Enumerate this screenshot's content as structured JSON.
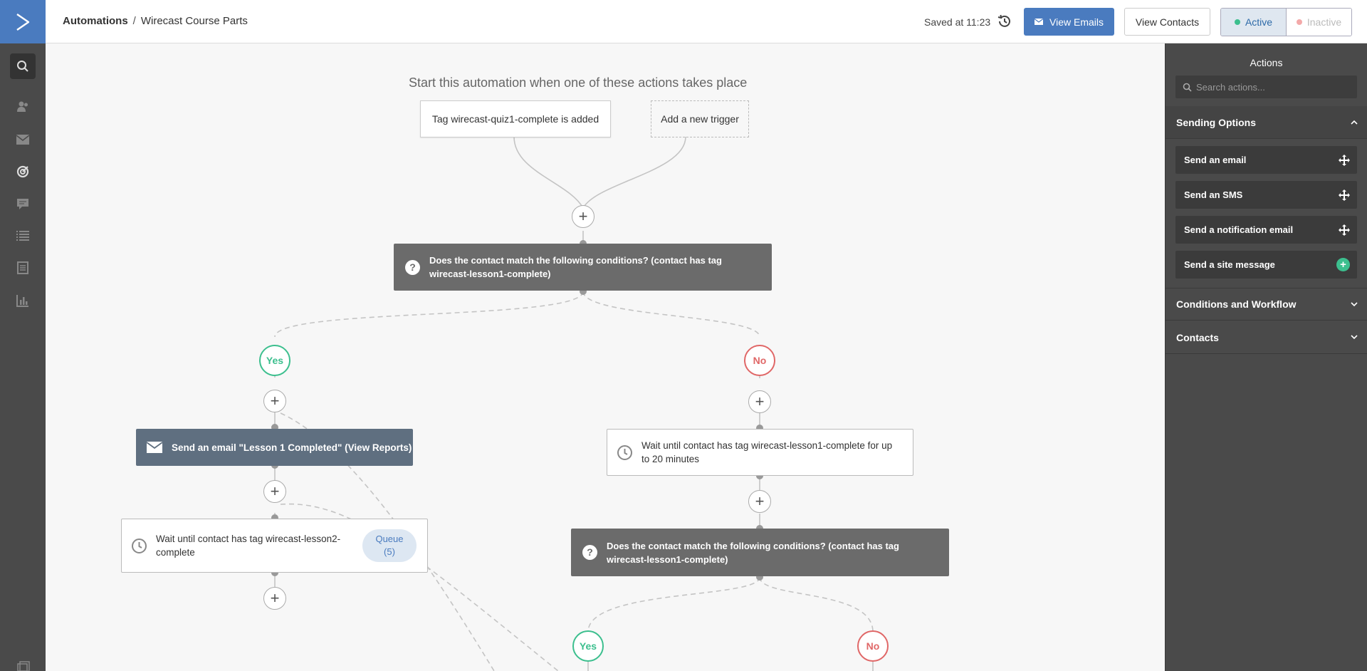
{
  "header": {
    "breadcrumb_root": "Automations",
    "breadcrumb_separator": "/",
    "breadcrumb_current": "Wirecast Course Parts",
    "saved_text": "Saved at 11:23",
    "view_emails_label": "View Emails",
    "view_contacts_label": "View Contacts",
    "status_active_label": "Active",
    "status_inactive_label": "Inactive",
    "status_selected": "Active"
  },
  "leftnav": {
    "items": [
      "search-icon",
      "contacts-icon",
      "campaigns-icon",
      "automations-icon",
      "conversations-icon",
      "lists-icon",
      "forms-icon",
      "reports-icon"
    ],
    "active": "search-icon"
  },
  "canvas": {
    "start_label": "Start this automation when one of these actions takes place",
    "triggers": [
      {
        "label": "Tag wirecast-quiz1-complete is added"
      },
      {
        "label": "Add a new trigger"
      }
    ],
    "plus_symbol": "+",
    "condition1": "Does the contact match the following conditions? (contact has tag wirecast-lesson1-complete)",
    "yes_label": "Yes",
    "no_label": "No",
    "email_node": "Send an email \"Lesson 1 Completed\" (View Reports)",
    "wait_left": "Wait until contact has tag wirecast-lesson2-complete",
    "queue_label": "Queue",
    "queue_count": "(5)",
    "wait_right": "Wait until contact has tag wirecast-lesson1-complete for up to 20 minutes",
    "condition2": "Does the contact match the following conditions? (contact has tag wirecast-lesson1-complete)",
    "question_glyph": "?"
  },
  "panel": {
    "title": "Actions",
    "search_placeholder": "Search actions...",
    "sections": [
      {
        "label": "Sending Options",
        "expanded": true,
        "actions": [
          "Send an email",
          "Send an SMS",
          "Send a notification email",
          "Send a site message"
        ]
      },
      {
        "label": "Conditions and Workflow",
        "expanded": false
      },
      {
        "label": "Contacts",
        "expanded": false
      }
    ]
  },
  "colors": {
    "brand_blue": "#4a7bbf",
    "nav_dark": "#4a4a4a",
    "condition_gray": "#6b6b6b",
    "email_slate": "#5f6f80",
    "yes_green": "#3cbf8e",
    "no_red": "#e06767"
  }
}
